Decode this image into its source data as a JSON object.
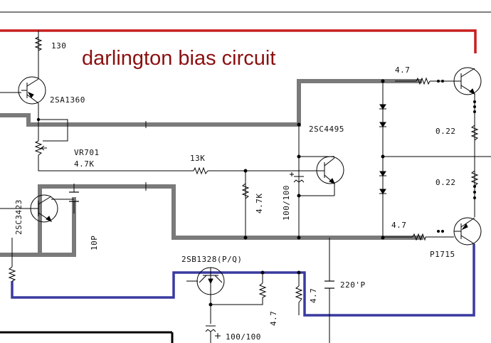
{
  "title": "darlington bias circuit",
  "colors": {
    "title": "#8b1010",
    "positive_rail": "#c81e1e",
    "negative_rail": "#3a3aa0",
    "bias_trace": "#7a7a7a",
    "wire": "#000000"
  },
  "labels": {
    "r130": "130",
    "q_2sa1360": "2SA1360",
    "vr701": "VR701",
    "vr701_value": "4.7K",
    "r13k": "13K",
    "q_2sc4495": "2SC4495",
    "r47k": "4.7K",
    "c100_100_vertical": "100/100",
    "q_2sc3423": "2SC3423",
    "c10p": "10P",
    "r4_7_top": "4.7",
    "r022_top": "0.22",
    "r022_bottom": "0.22",
    "r4_7_bottom": "4.7",
    "q_p1715": "P1715",
    "q_2sb1328": "2SB1328(P/Q)",
    "c220p": "220'P",
    "r4_7_a": "4.7",
    "r4_7_b": "4.7",
    "c100_100_bottom": "100/100"
  }
}
